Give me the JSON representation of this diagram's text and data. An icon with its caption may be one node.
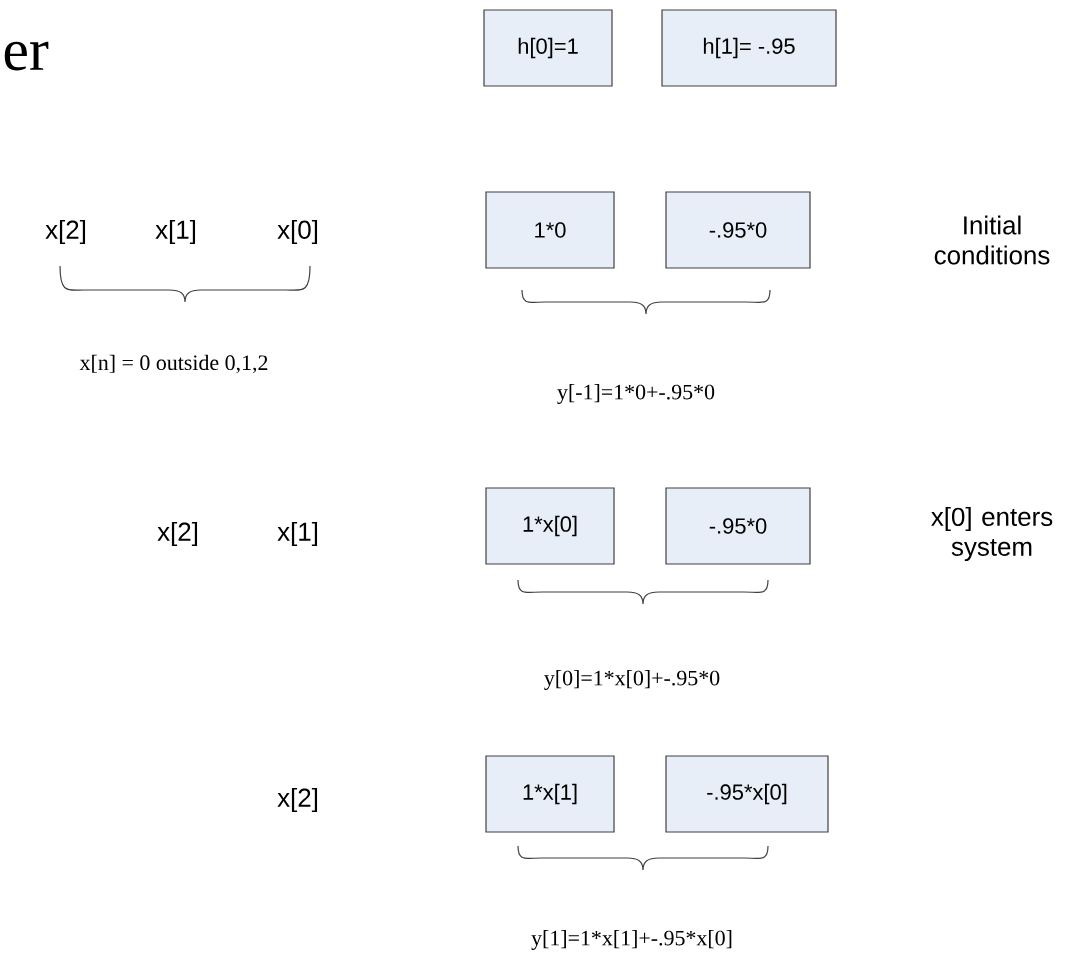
{
  "diagram": {
    "title": "er",
    "nodes": [
      {
        "text": [
          "h[0]=1"
        ]
      },
      {
        "text": [
          "h[1]= -.95"
        ]
      },
      {
        "text": [
          "1*0"
        ]
      },
      {
        "text": [
          "-.95*0"
        ]
      },
      {
        "text": [
          "1*x[0]"
        ]
      },
      {
        "text": [
          "-.95*0"
        ]
      },
      {
        "text": [
          "1*x[1]"
        ]
      },
      {
        "text": [
          "-.95*x[0]"
        ]
      }
    ],
    "labels": [
      "x[2]",
      "x[1]",
      "x[0]",
      "Initial conditions",
      "x[n] = 0 outside 0,1,2",
      "y[-1]=1*0+-.95*0",
      "x[2]",
      "x[1]",
      "x[0] enters system",
      "y[0]=1*x[0]+-.95*0",
      "x[2]",
      "y[1]=1*x[1]+-.95*x[0]"
    ]
  }
}
